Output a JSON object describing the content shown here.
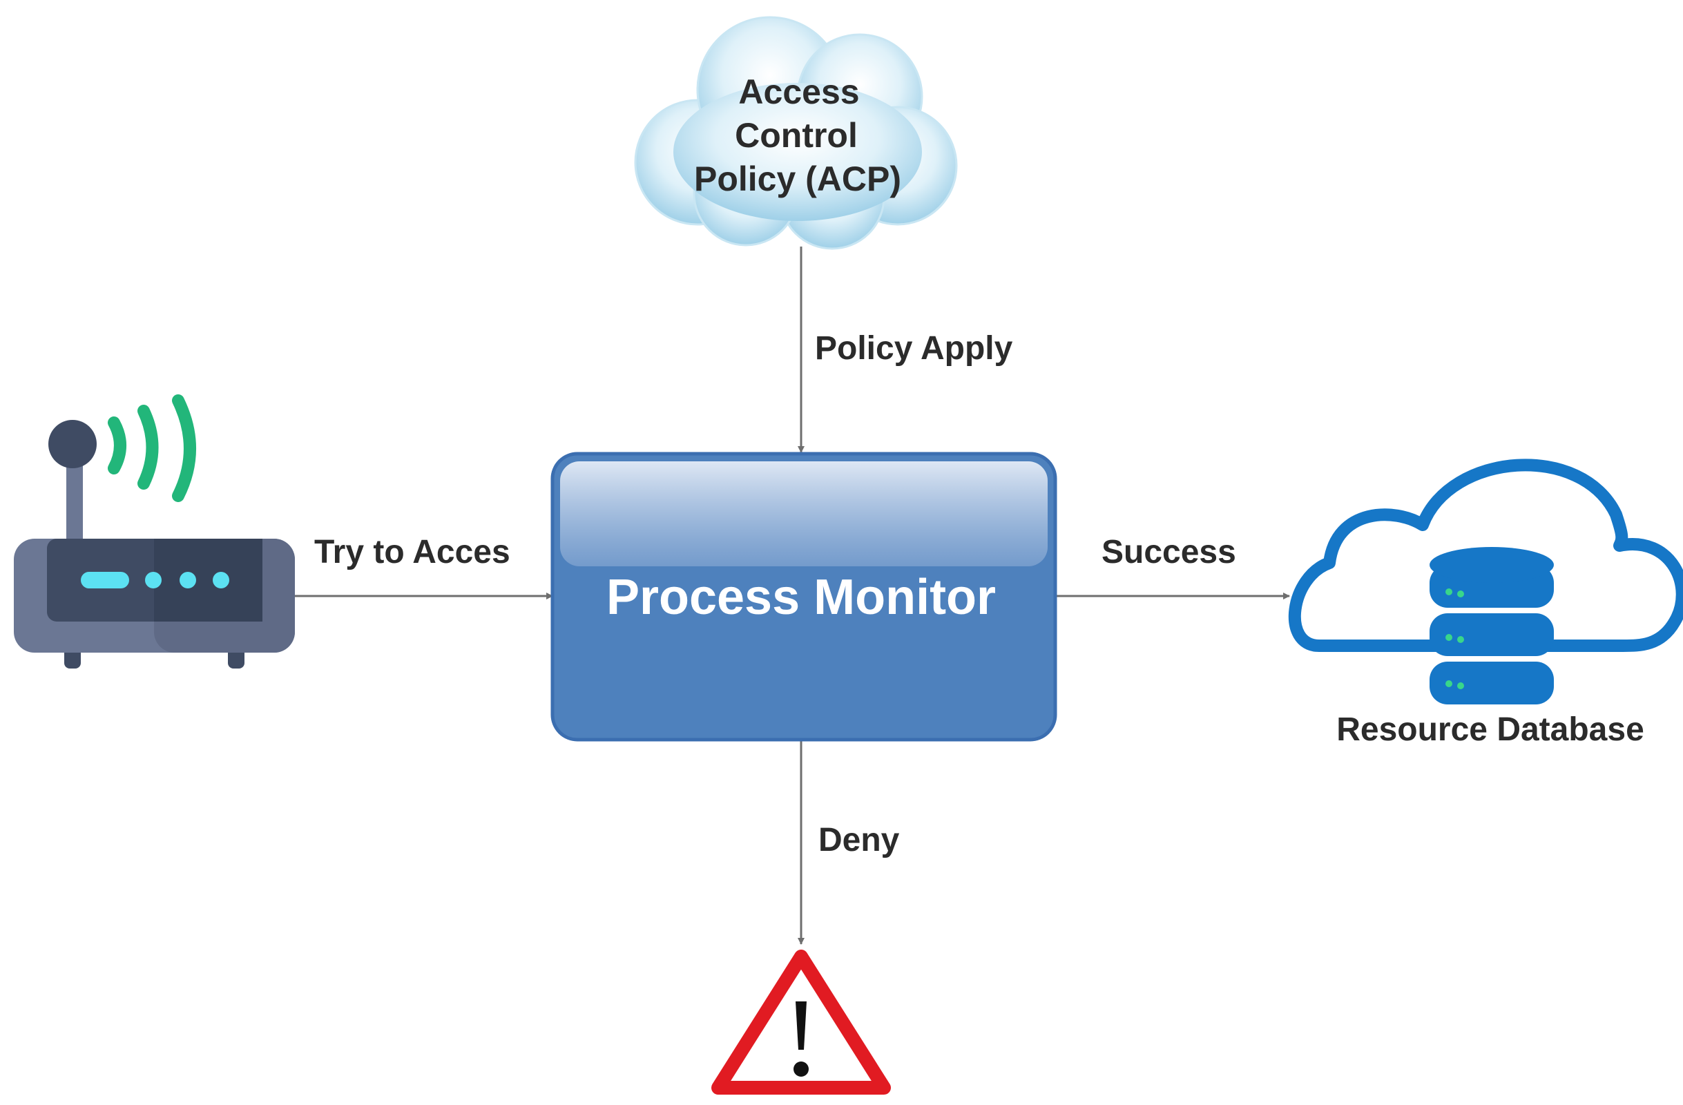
{
  "policy_cloud": {
    "label_lines": [
      "Access",
      "Control",
      "Policy (ACP)"
    ]
  },
  "process_monitor": {
    "label": "Process Monitor"
  },
  "edges": {
    "policy_apply": "Policy Apply",
    "try_access": "Try to Acces",
    "success": "Success",
    "deny": "Deny"
  },
  "resource_database": {
    "label": "Resource Database"
  },
  "icons": {
    "device": "router-icon",
    "database": "cloud-database-icon",
    "deny": "warning-icon"
  },
  "colors": {
    "monitor_box": "#4e81bd",
    "monitor_border": "#3b6eb0",
    "cloud_fill": "#bfe3f3",
    "database_blue": "#1677c7",
    "router_body": "#6b7794",
    "router_face": "#3f4b63",
    "router_led": "#5ce1f2",
    "signal_green": "#22b67a",
    "warning_red": "#e11b22",
    "arrow": "#6e6e6e"
  }
}
